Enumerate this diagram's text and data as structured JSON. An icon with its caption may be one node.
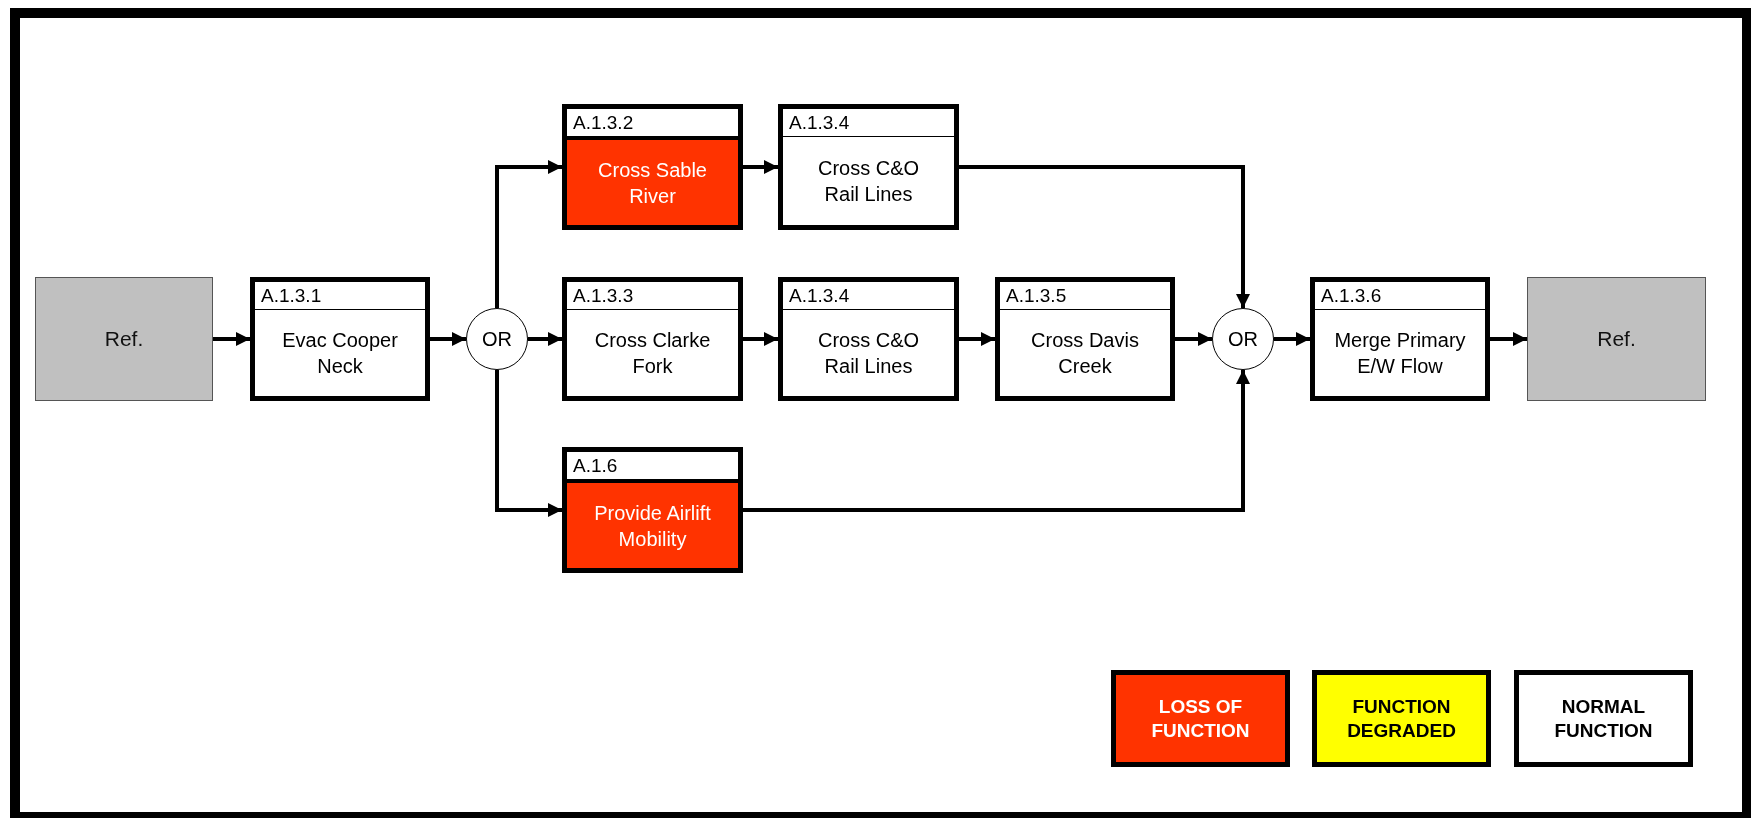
{
  "diagram": {
    "nodes": [
      {
        "text": [
          "Ref."
        ]
      },
      {
        "text": [
          "A.1.3.1",
          "Evac Cooper Neck"
        ]
      },
      {
        "text": [
          "OR"
        ]
      },
      {
        "text": [
          "A.1.3.2",
          "Cross Sable River"
        ]
      },
      {
        "text": [
          "A.1.3.4",
          "Cross C&O Rail Lines"
        ]
      },
      {
        "text": [
          "A.1.3.3",
          "Cross Clarke Fork"
        ]
      },
      {
        "text": [
          "A.1.3.4",
          "Cross C&O Rail Lines"
        ]
      },
      {
        "text": [
          "A.1.3.5",
          "Cross Davis Creek"
        ]
      },
      {
        "text": [
          "A.1.6",
          "Provide Airlift Mobility"
        ]
      },
      {
        "text": [
          "OR"
        ]
      },
      {
        "text": [
          "A.1.3.6",
          "Merge Primary E/W Flow"
        ]
      },
      {
        "text": [
          "Ref."
        ]
      }
    ],
    "edges": [
      {
        "from": 0,
        "to": 1,
        "arrow": "to"
      },
      {
        "from": 1,
        "to": 2,
        "arrow": "to"
      },
      {
        "from": 2,
        "to": 3,
        "arrow": "to"
      },
      {
        "from": 2,
        "to": 5,
        "arrow": "to"
      },
      {
        "from": 2,
        "to": 8,
        "arrow": "to"
      },
      {
        "from": 3,
        "to": 4,
        "arrow": "to"
      },
      {
        "from": 5,
        "to": 6,
        "arrow": "to"
      },
      {
        "from": 6,
        "to": 7,
        "arrow": "to"
      },
      {
        "from": 7,
        "to": 9,
        "arrow": "to"
      },
      {
        "from": 4,
        "to": 9,
        "arrow": "to"
      },
      {
        "from": 8,
        "to": 9,
        "arrow": "to"
      },
      {
        "from": 9,
        "to": 10,
        "arrow": "to"
      },
      {
        "from": 10,
        "to": 11,
        "arrow": "to"
      }
    ],
    "legend": [
      {
        "text": "LOSS OF FUNCTION",
        "color": "#ff3300"
      },
      {
        "text": "FUNCTION DEGRADED",
        "color": "#ffff00"
      },
      {
        "text": "NORMAL FUNCTION",
        "color": "#ffffff"
      }
    ]
  }
}
